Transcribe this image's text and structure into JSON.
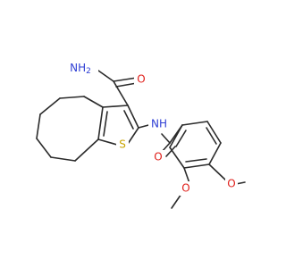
{
  "colors": {
    "background": "#ffffff",
    "carbon_bond": "#2b2b2b",
    "nitrogen": "#2f3fd4",
    "oxygen": "#e0201b",
    "sulfur": "#c9a400"
  },
  "atoms": {
    "amide_nh2": "NH",
    "amide_nh2_sub": "2",
    "amide_o": "O",
    "sec_amide_nh": "NH",
    "thiophene_s": "S",
    "benzamide_o": "O",
    "methoxy_o1": "O",
    "methoxy_o2": "O"
  }
}
